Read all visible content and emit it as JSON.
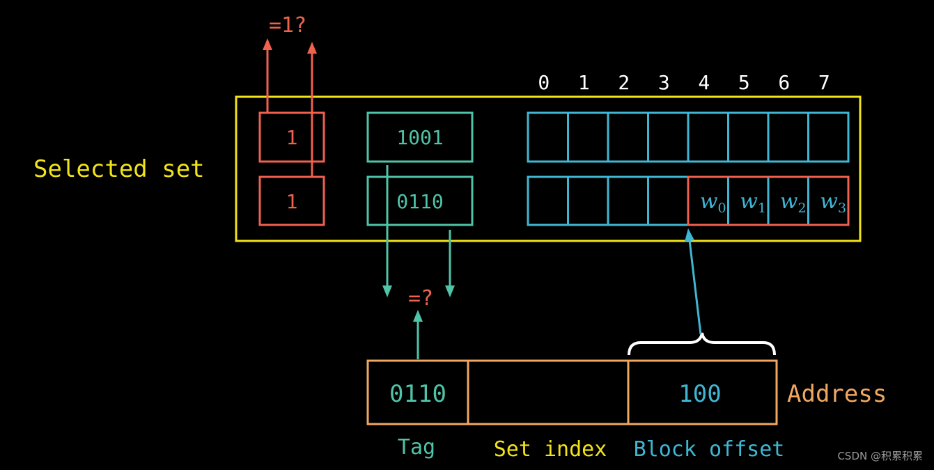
{
  "colors": {
    "background": "#000000",
    "set_frame": "#f2e41a",
    "valid": "#f0614e",
    "tag": "#4fc4a8",
    "block": "#3fb7d4",
    "address": "#f0a860",
    "white": "#ffffff"
  },
  "set": {
    "label": "Selected set",
    "lines": [
      {
        "valid": "1",
        "tag": "1001",
        "words": []
      },
      {
        "valid": "1",
        "tag": "0110",
        "words": [
          "w",
          "w",
          "w",
          "w"
        ],
        "word_subscripts": [
          "0",
          "1",
          "2",
          "3"
        ]
      }
    ],
    "byte_indices": [
      "0",
      "1",
      "2",
      "3",
      "4",
      "5",
      "6",
      "7"
    ],
    "valid_check": "=1?",
    "tag_compare": "=?"
  },
  "address": {
    "label": "Address",
    "tag_value": "0110",
    "set_index_value": "",
    "block_offset_value": "100",
    "field_labels": {
      "tag": "Tag",
      "set_index": "Set index",
      "block_offset": "Block offset"
    }
  },
  "watermark": "CSDN @积累积累"
}
